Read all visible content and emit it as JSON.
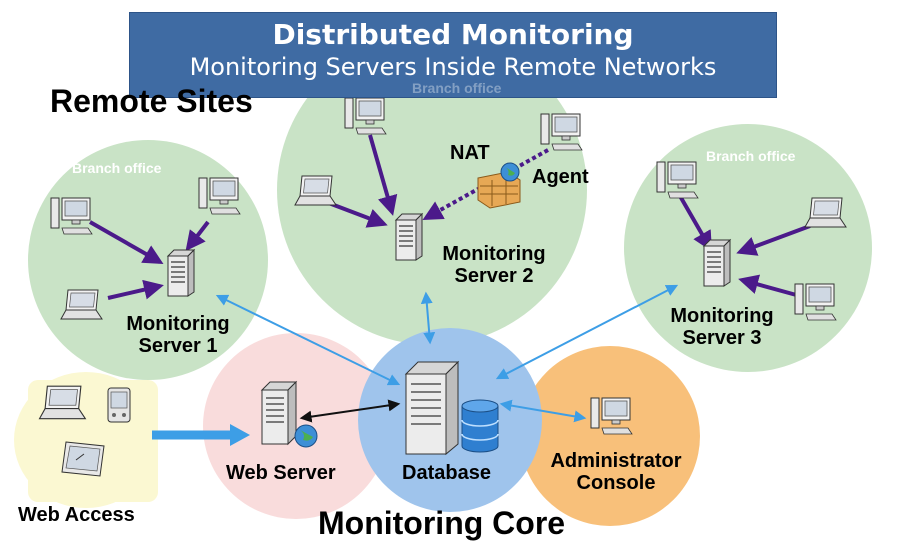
{
  "banner": {
    "title": "Distributed Monitoring",
    "subtitle": "Monitoring Servers Inside Remote Networks"
  },
  "headings": {
    "remote_sites": "Remote Sites",
    "monitoring_core": "Monitoring Core"
  },
  "sites": {
    "branch_left": "Branch office",
    "branch_right": "Branch office",
    "branch_center": "Branch office"
  },
  "labels": {
    "ms1_line1": "Monitoring",
    "ms1_line2": "Server 1",
    "ms2_line1": "Monitoring",
    "ms2_line2": "Server 2",
    "ms3_line1": "Monitoring",
    "ms3_line2": "Server 3",
    "nat": "NAT",
    "agent": "Agent",
    "web_server": "Web Server",
    "database": "Database",
    "admin_line1": "Administrator",
    "admin_line2": "Console",
    "web_access": "Web Access"
  },
  "colors": {
    "site_green": "#c9e3c6",
    "core_blue": "#9fc4ec",
    "web_pink": "#f9dcdc",
    "admin_orange": "#f8c07a",
    "web_access_yellow": "#fbf8d2",
    "arrow_purple": "#4b1a8a",
    "arrow_blue": "#3d9ee6",
    "banner_blue": "#3f6ba3"
  }
}
